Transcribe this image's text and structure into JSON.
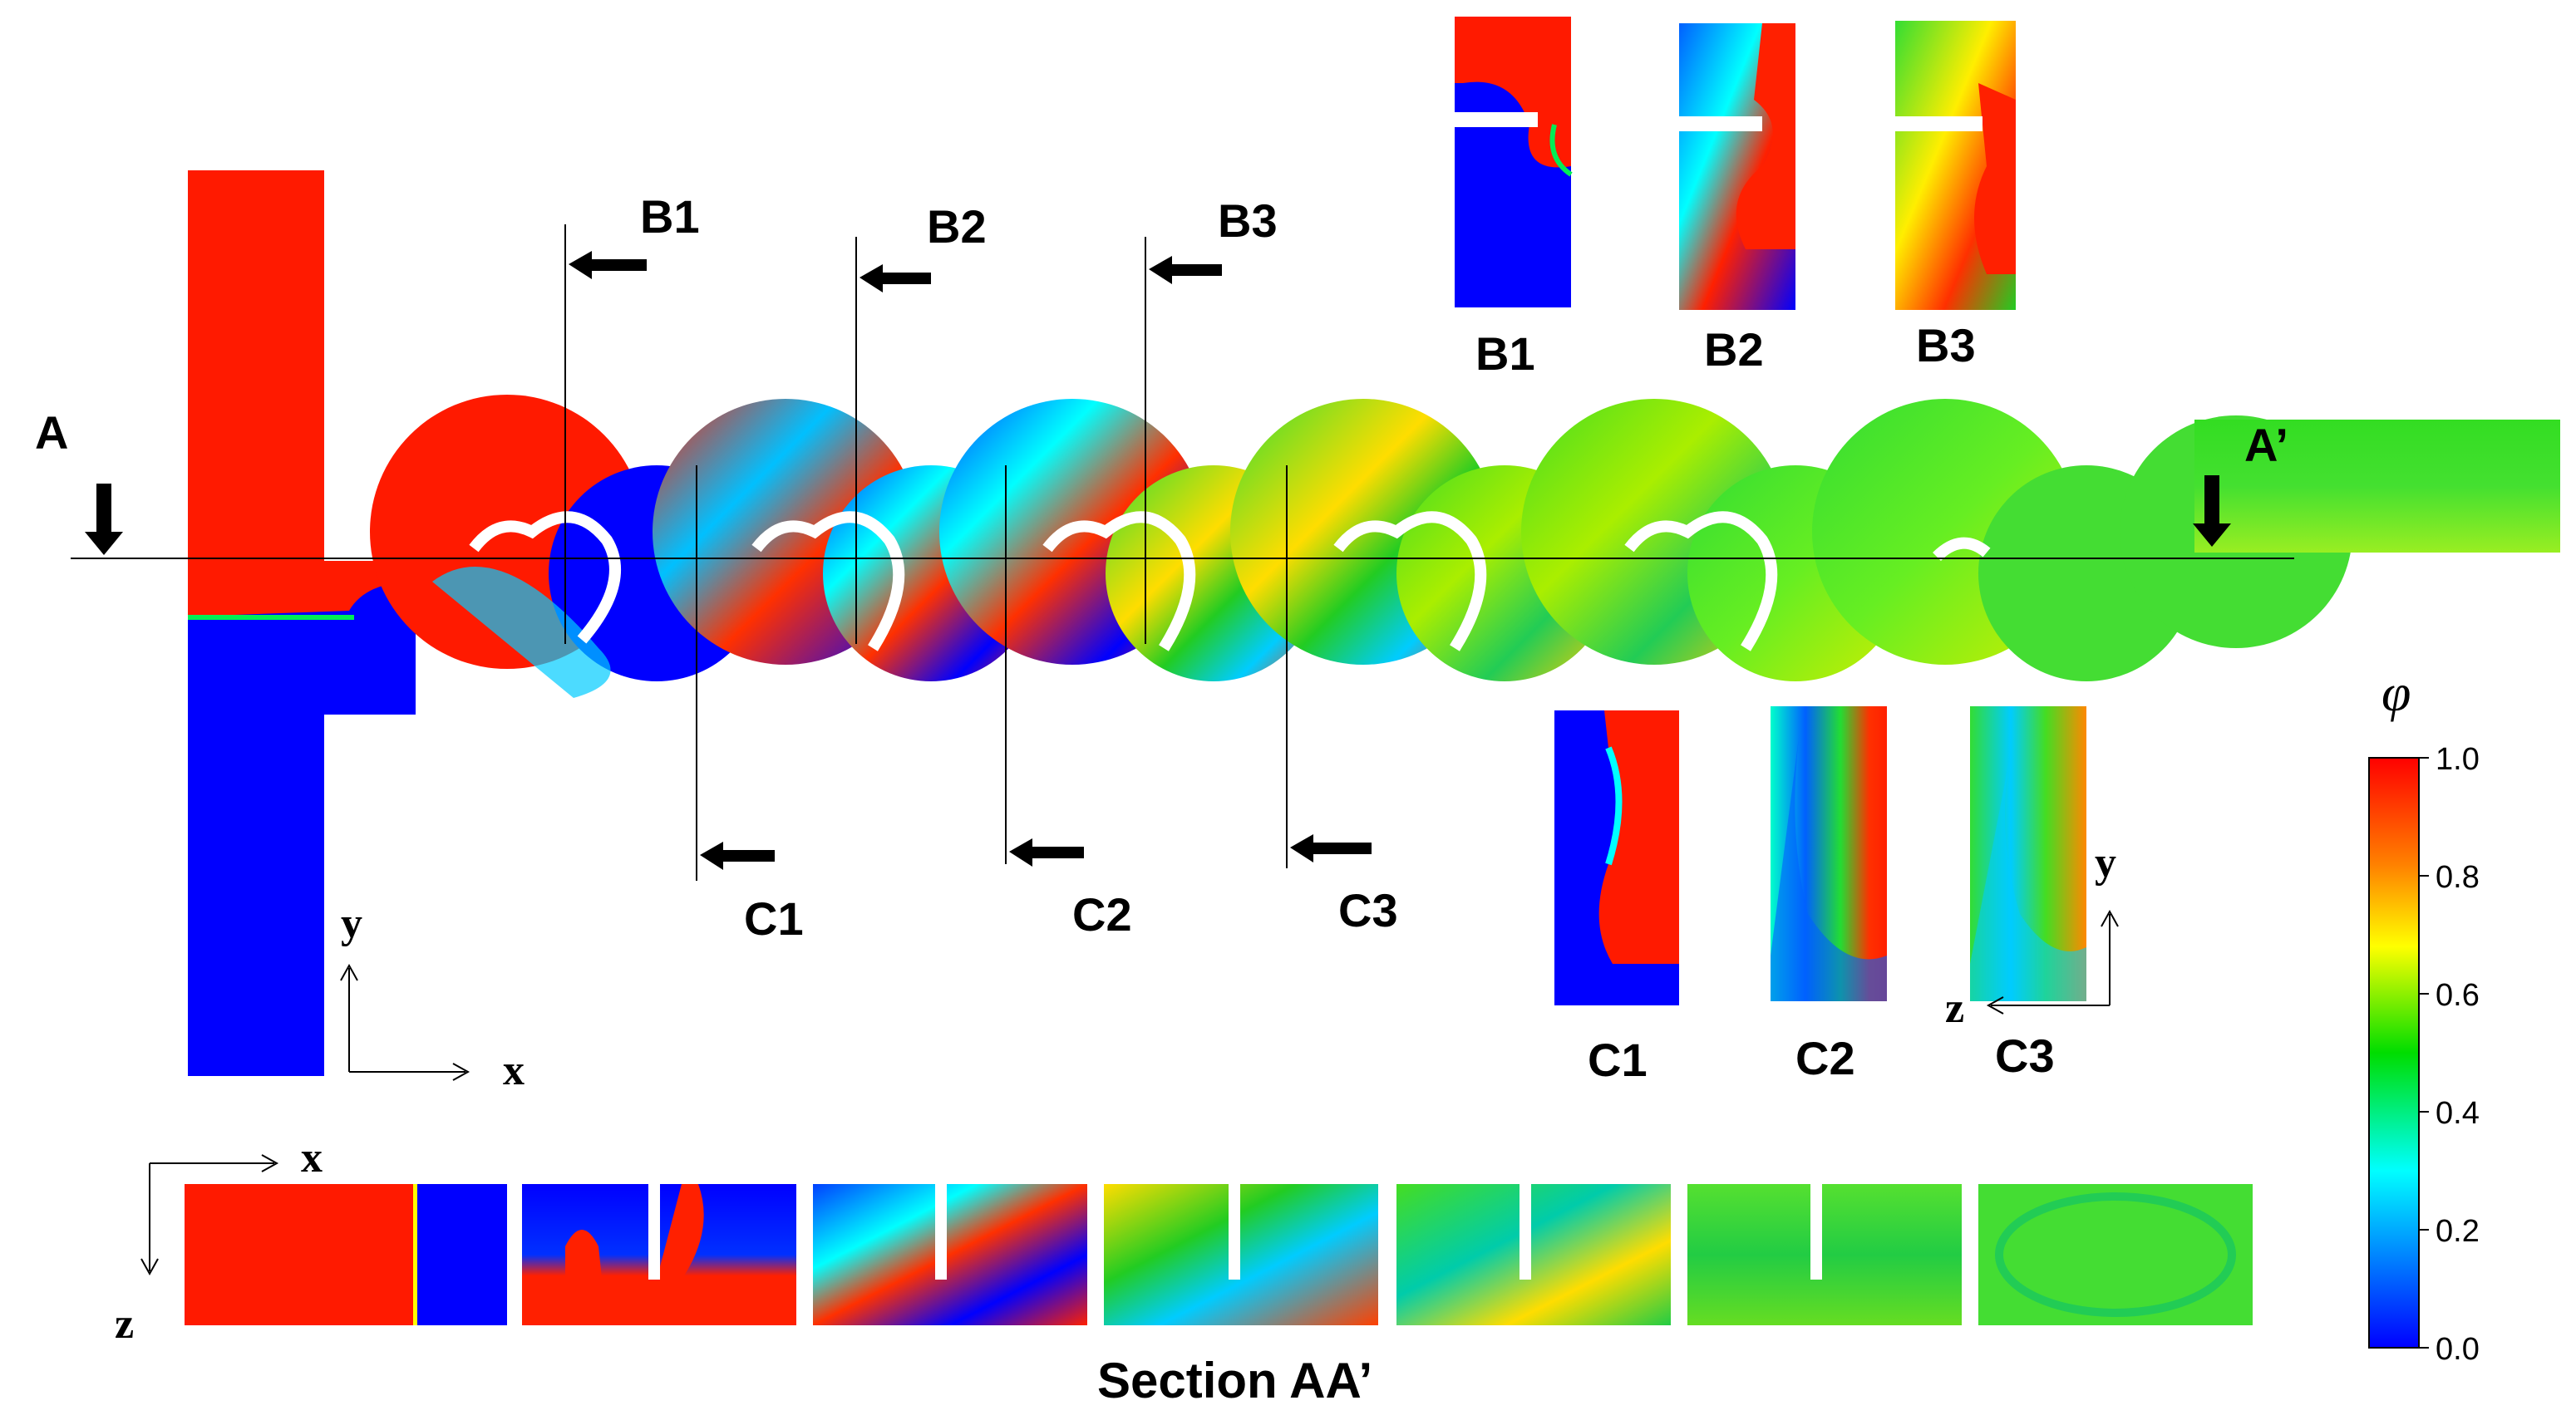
{
  "section_labels": {
    "A": "A",
    "A_prime": "A’",
    "B1": "B1",
    "B2": "B2",
    "B3": "B3",
    "C1": "C1",
    "C2": "C2",
    "C3": "C3"
  },
  "inset_labels": {
    "B1": "B1",
    "B2": "B2",
    "B3": "B3",
    "C1": "C1",
    "C2": "C2",
    "C3": "C3"
  },
  "axes": {
    "main_y": "y",
    "main_x": "x",
    "aa_x": "x",
    "aa_z": "z",
    "c_y": "y",
    "c_z": "z"
  },
  "section_title": "Section AA’",
  "colorbar": {
    "symbol": "φ",
    "ticks": [
      "1.0",
      "0.8",
      "0.6",
      "0.4",
      "0.2",
      "0.0"
    ],
    "colors": [
      "#ff0000",
      "#ff8c00",
      "#ffff00",
      "#00e000",
      "#00ffff",
      "#0000ff"
    ]
  }
}
